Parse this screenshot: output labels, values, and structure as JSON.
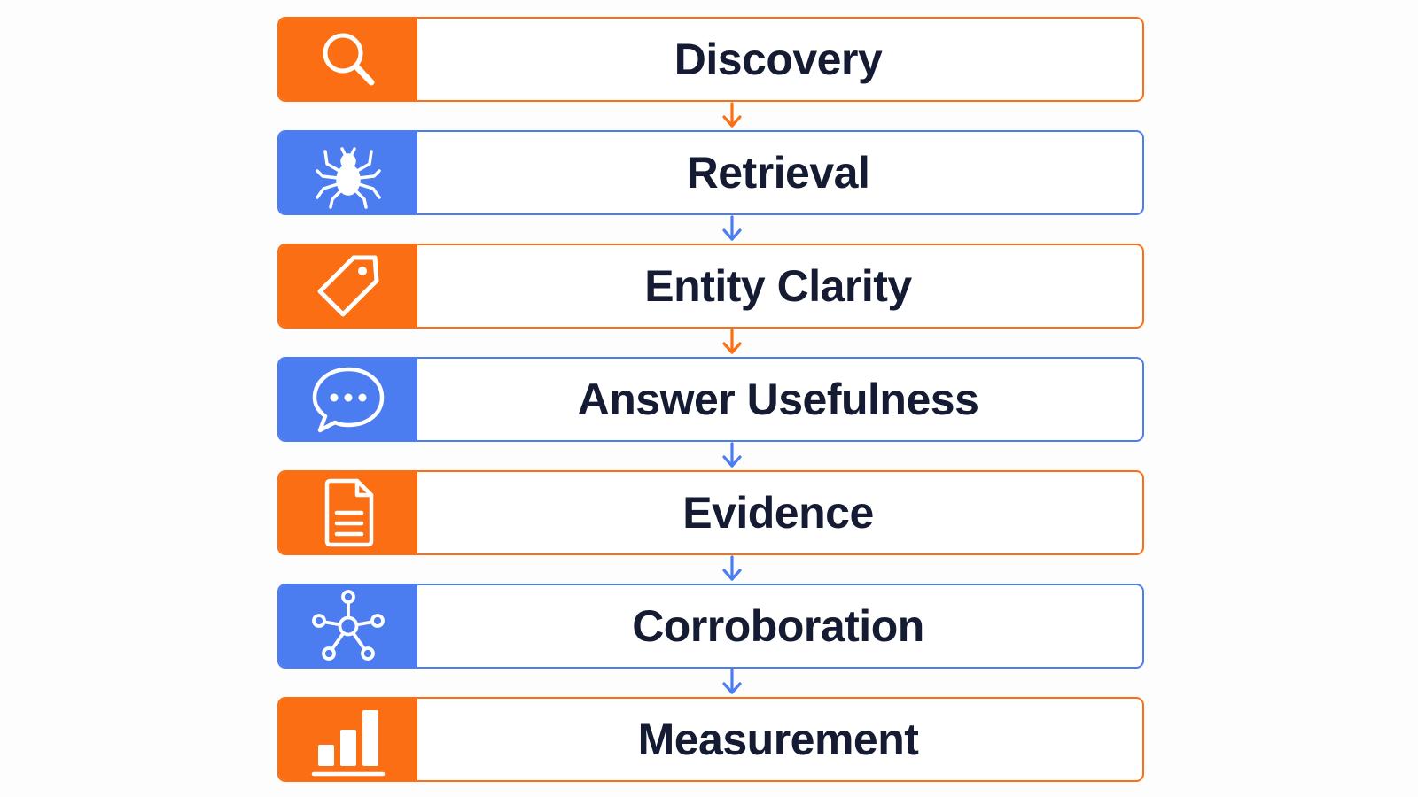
{
  "colors": {
    "orange": "#fb6e13",
    "blue": "#4b7cf0",
    "text": "#141b33",
    "background": "#fdfdfd"
  },
  "steps": [
    {
      "label": "Discovery",
      "icon": "magnifying-glass-icon",
      "color": "orange"
    },
    {
      "label": "Retrieval",
      "icon": "spider-icon",
      "color": "blue"
    },
    {
      "label": "Entity Clarity",
      "icon": "tag-icon",
      "color": "orange"
    },
    {
      "label": "Answer Usefulness",
      "icon": "chat-bubble-icon",
      "color": "blue"
    },
    {
      "label": "Evidence",
      "icon": "document-icon",
      "color": "orange"
    },
    {
      "label": "Corroboration",
      "icon": "network-icon",
      "color": "blue"
    },
    {
      "label": "Measurement",
      "icon": "bar-chart-icon",
      "color": "orange"
    }
  ]
}
